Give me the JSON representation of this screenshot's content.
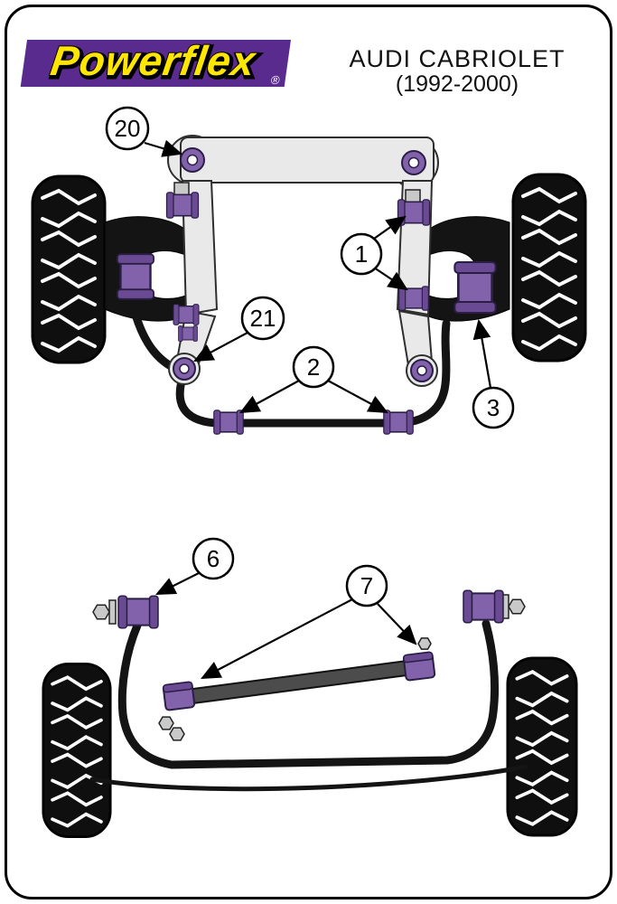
{
  "header": {
    "brand": "Powerflex",
    "registered_mark": "®",
    "title_line1": "AUDI CABRIOLET",
    "title_line2": "(1992-2000)"
  },
  "colors": {
    "logo_purple": "#5A2B8E",
    "logo_yellow": "#FFE600",
    "bush_purple": "#8362AC",
    "bush_flange": "#6A4A93",
    "part_black": "#141414"
  },
  "diagrams": {
    "front": {
      "callouts": [
        "20",
        "1",
        "21",
        "2",
        "3"
      ]
    },
    "rear": {
      "callouts": [
        "6",
        "7"
      ]
    }
  }
}
